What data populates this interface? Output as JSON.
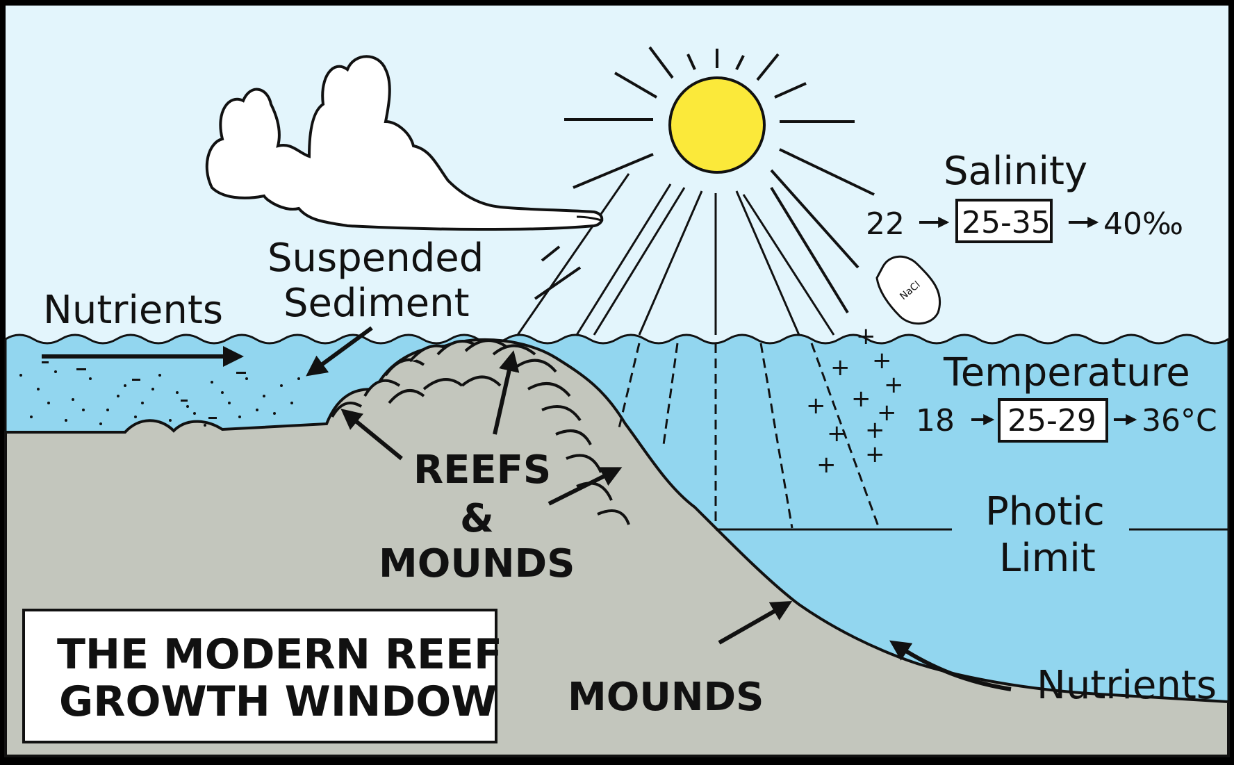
{
  "diagram": {
    "title_line1": "THE MODERN REEF",
    "title_line2": "GROWTH WINDOW",
    "labels": {
      "nutrients_top": "Nutrients",
      "suspended": "Suspended",
      "sediment": "Sediment",
      "reefs": "REEFS",
      "amp": "&",
      "mounds_upper": "MOUNDS",
      "mounds_lower": "MOUNDS",
      "photic": "Photic",
      "limit": "Limit",
      "nutrients_bottom": "Nutrients",
      "nacl": "NaCl"
    },
    "salinity": {
      "label": "Salinity",
      "low": "22",
      "range": "25-35",
      "high": "40‰"
    },
    "temperature": {
      "label": "Temperature",
      "low": "18",
      "range": "25-29",
      "high": "36°C"
    },
    "colors": {
      "sky": "#e3f5fc",
      "water": "#92d6ef",
      "seabed": "#c3c6bd",
      "sun": "#fbe93a",
      "frame": "#000000"
    }
  }
}
